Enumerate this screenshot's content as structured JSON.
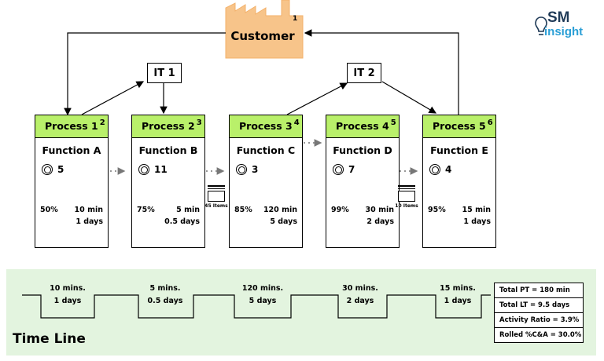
{
  "logo": {
    "line1": "SM",
    "line2": "insight"
  },
  "customer": {
    "label": "Customer",
    "number": "1"
  },
  "it_systems": [
    {
      "label": "IT 1"
    },
    {
      "label": "IT 2"
    }
  ],
  "processes": [
    {
      "title": "Process 1",
      "number": "2",
      "function": "Function A",
      "operators": "5",
      "pct": "50%",
      "cycle_time": "10 min",
      "days": "1 days"
    },
    {
      "title": "Process 2",
      "number": "3",
      "function": "Function B",
      "operators": "11",
      "pct": "75%",
      "cycle_time": "5 min",
      "days": "0.5 days"
    },
    {
      "title": "Process 3",
      "number": "4",
      "function": "Function C",
      "operators": "3",
      "pct": "85%",
      "cycle_time": "120 min",
      "days": "5 days"
    },
    {
      "title": "Process 4",
      "number": "5",
      "function": "Function D",
      "operators": "7",
      "pct": "99%",
      "cycle_time": "30 min",
      "days": "2 days"
    },
    {
      "title": "Process 5",
      "number": "6",
      "function": "Function E",
      "operators": "4",
      "pct": "95%",
      "cycle_time": "15 min",
      "days": "1 days"
    }
  ],
  "inventory": [
    {
      "label": "45 Items"
    },
    {
      "label": "10 Items"
    }
  ],
  "timeline": {
    "title": "Time Line",
    "segments": [
      {
        "process_time": "10 mins.",
        "lead_time": "1 days"
      },
      {
        "process_time": "5 mins.",
        "lead_time": "0.5 days"
      },
      {
        "process_time": "120 mins.",
        "lead_time": "5 days"
      },
      {
        "process_time": "30 mins.",
        "lead_time": "2 days"
      },
      {
        "process_time": "15 mins.",
        "lead_time": "1 days"
      }
    ],
    "summary": [
      "Total PT = 180 min",
      "Total LT = 9.5 days",
      "Activity Ratio = 3.9%",
      "Rolled %C&A = 30.0%"
    ]
  },
  "colors": {
    "process_header": "#b9f06a",
    "customer_factory": "#f7c48a",
    "timeline_panel": "#e3f4df",
    "logo_dark": "#1f3a57",
    "logo_light": "#2b9fd6"
  }
}
